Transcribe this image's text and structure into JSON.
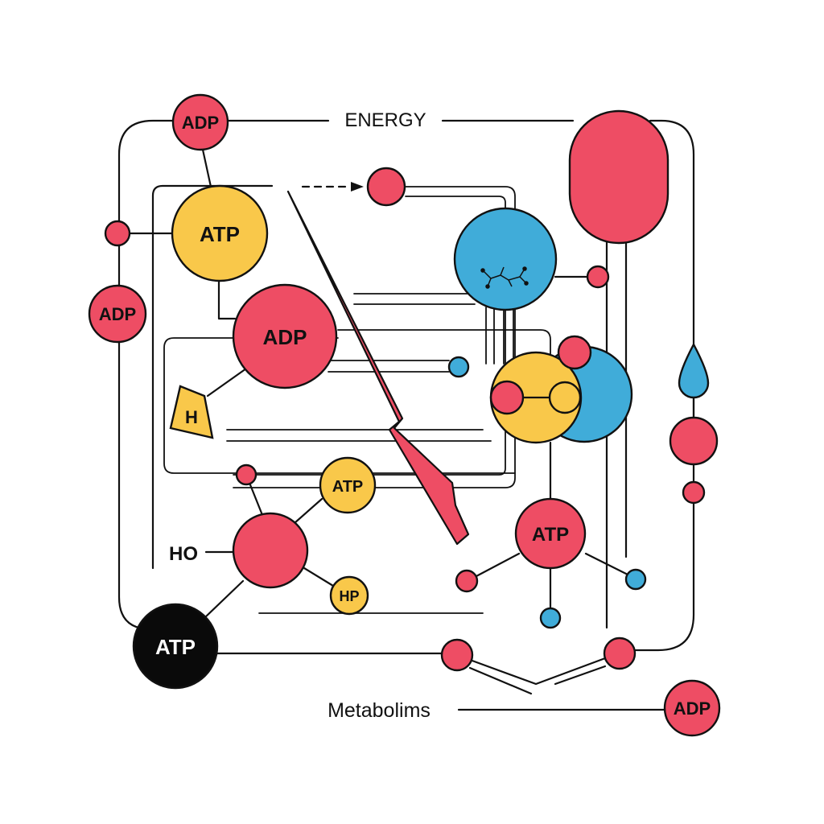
{
  "colors": {
    "red": "#ee4d64",
    "yellow": "#f9c84a",
    "blue": "#40acd9",
    "black": "#0a0a0a",
    "line": "#111111",
    "background": "#ffffff"
  },
  "labels": {
    "energy": "ENERGY",
    "metabolims": "Metabolims",
    "ho": "HO",
    "h": "H",
    "hp": "HP"
  },
  "nodes": {
    "adp_top": "ADP",
    "adp_left": "ADP",
    "adp_center": "ADP",
    "adp_bottom_right": "ADP",
    "atp_top": "ATP",
    "atp_small": "ATP",
    "atp_right": "ATP",
    "atp_black": "ATP"
  },
  "icons": {
    "bolt": "lightning-bolt-icon",
    "drop": "water-drop-icon",
    "molecule": "molecule-structure-icon"
  }
}
